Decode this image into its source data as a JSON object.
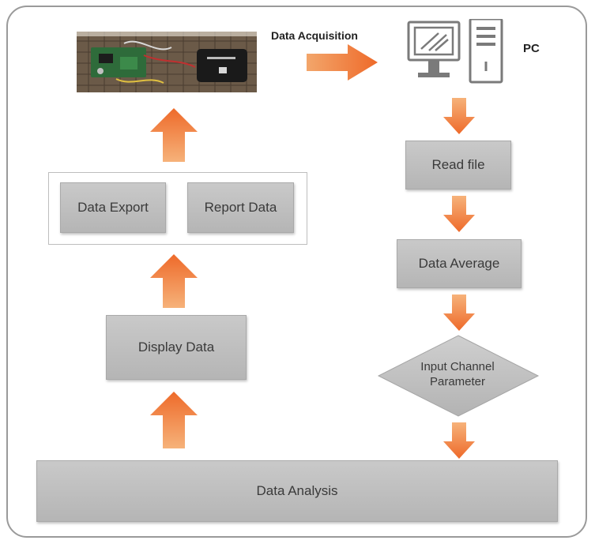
{
  "diagram": {
    "acquisition_label": "Data Acquisition",
    "pc_label": "PC",
    "nodes": {
      "data_export": "Data Export",
      "report_data": "Report Data",
      "display_data": "Display Data",
      "read_file": "Read file",
      "data_average": "Data Average",
      "input_channel_line1": "Input Channel",
      "input_channel_line2": "Parameter",
      "data_analysis": "Data Analysis"
    },
    "colors": {
      "arrow": "#f07a3a",
      "box_fill": "#c2c2c2",
      "frame_border": "#9a9a9a"
    }
  }
}
